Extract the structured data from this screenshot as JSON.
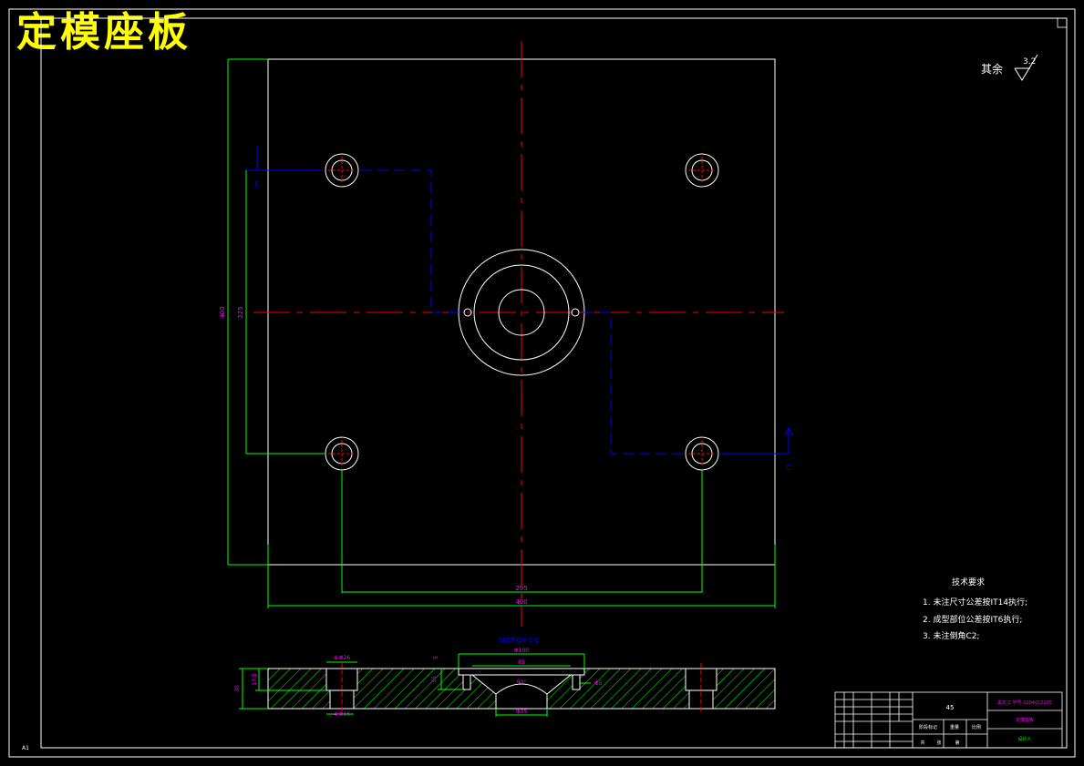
{
  "title": "定模座板",
  "roughness": {
    "label": "其余",
    "value": "3.2"
  },
  "section_marker": "C",
  "section_title": "SECTION C-C",
  "dimensions": {
    "overall_width": "400",
    "overall_height": "400",
    "hole_spacing_x": "295",
    "hole_spacing_y": "225",
    "counterbore_dia": "4-Φ26",
    "through_dia": "4-Φ16",
    "plate_thickness": "30",
    "counterbore_depth": "17.5",
    "recess_dia": "Φ100",
    "ring_dia": "85",
    "sprue_angle": "90°",
    "bottom_dia": "Φ35",
    "recess_depth": "5",
    "side_depth": "15",
    "pin_hole": "Φ5"
  },
  "tech_requirements": {
    "heading": "技术要求",
    "items": [
      "1. 未注尺寸公差按IT14执行;",
      "2. 成型部位公差按IT6执行;",
      "3. 未注倒角C2;"
    ]
  },
  "title_block": {
    "material": "45",
    "school": "黑龙江 学号:1004010105",
    "drawing_name": "定模座板",
    "designer": "设计人",
    "stage_label": "阶段标记",
    "weight_label": "重量",
    "scale_label": "比例",
    "sheet_label": "共",
    "sheet_of": "张",
    "page_label": "第"
  },
  "sheet_size": "A1",
  "colors": {
    "outline": "#ffffff",
    "centerline": "#ff0000",
    "hidden": "#0000ff",
    "dimension": "#00ff00",
    "dim_text": "#ff00ff",
    "title": "#ffff00"
  }
}
